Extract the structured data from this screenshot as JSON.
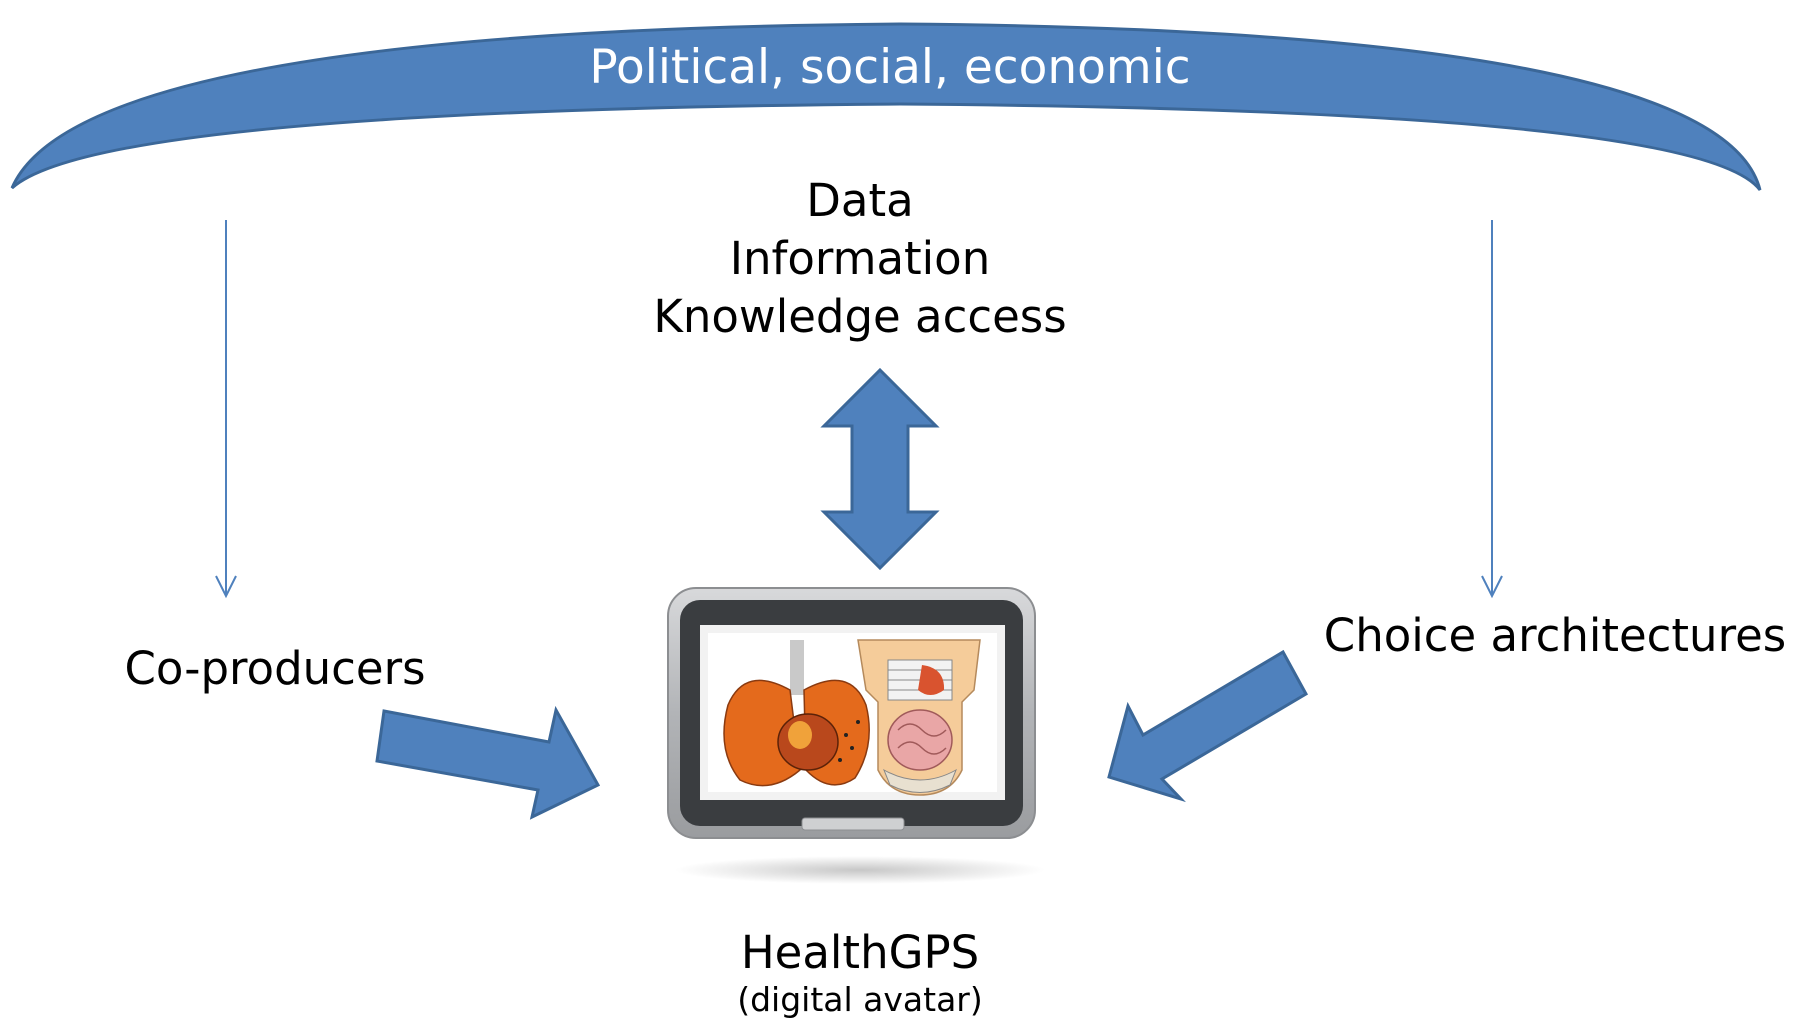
{
  "banner": {
    "label": "Political, social, economic"
  },
  "top_block": {
    "lines": [
      "Data",
      "Information",
      "Knowledge access"
    ]
  },
  "left_label": "Co-producers",
  "right_label": "Choice architectures",
  "center": {
    "title": "HealthGPS",
    "subtitle": "(digital avatar)"
  },
  "colors": {
    "shape_fill": "#4f81bd",
    "shape_stroke": "#3b6798",
    "thin_arrow": "#4f81bd"
  }
}
